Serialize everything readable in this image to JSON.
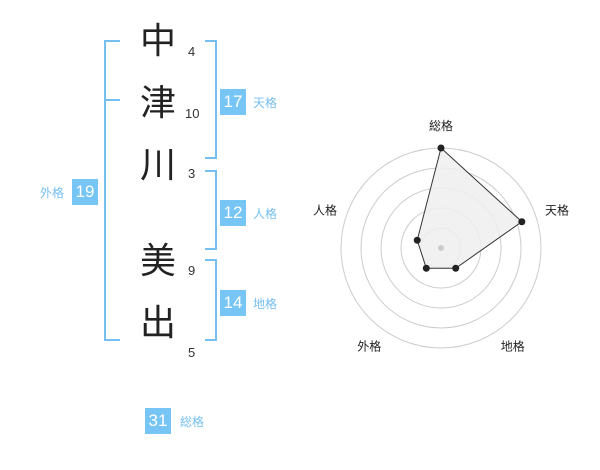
{
  "name": {
    "characters": [
      {
        "char": "中",
        "strokes": "4"
      },
      {
        "char": "津",
        "strokes": "10"
      },
      {
        "char": "川",
        "strokes": "3"
      },
      {
        "char": "美",
        "strokes": "9"
      },
      {
        "char": "出",
        "strokes": "5"
      }
    ]
  },
  "kakusu": {
    "tenkaku": {
      "value": "17",
      "label": "天格"
    },
    "jinkaku": {
      "value": "12",
      "label": "人格"
    },
    "chikaku": {
      "value": "14",
      "label": "地格"
    },
    "gaikaku": {
      "value": "19",
      "label": "外格"
    },
    "soukaku": {
      "value": "31",
      "label": "総格"
    }
  },
  "colors": {
    "accent": "#76c5f5",
    "bracket": "#74bff0",
    "grid": "#cccccc",
    "fill": "#eeeeee",
    "outline": "#333333"
  },
  "chart_data": {
    "type": "radar",
    "axes": [
      "総格",
      "天格",
      "地格",
      "外格",
      "人格"
    ],
    "values": [
      1.0,
      0.85,
      0.25,
      0.25,
      0.25
    ],
    "scale_max": 1.0,
    "rings": 5
  }
}
